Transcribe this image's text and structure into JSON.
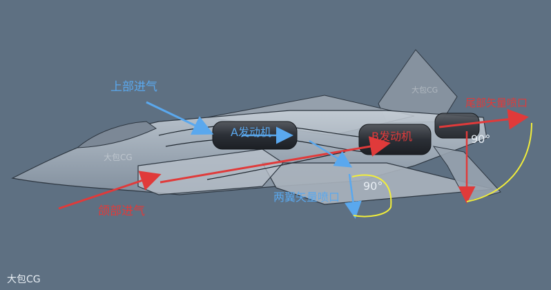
{
  "labels": {
    "upper_intake": "上部进气",
    "chin_intake": "颌部进气",
    "engine_a": "A发动机",
    "engine_b": "B发动机",
    "tail_nozzle": "尾部矢量喷口",
    "wing_nozzle": "两翼矢量喷口",
    "angle_wing": "90°",
    "angle_tail": "90°",
    "watermark_corner": "大包CG",
    "watermark_fuselage": "大包CG",
    "watermark_tail": "大包CG"
  },
  "colors": {
    "background": "#5e7082",
    "blue_label": "#5aa8ee",
    "red_label": "#e03a3a",
    "angle_arc": "#f2ee3a",
    "engine": "#2b2f36"
  }
}
